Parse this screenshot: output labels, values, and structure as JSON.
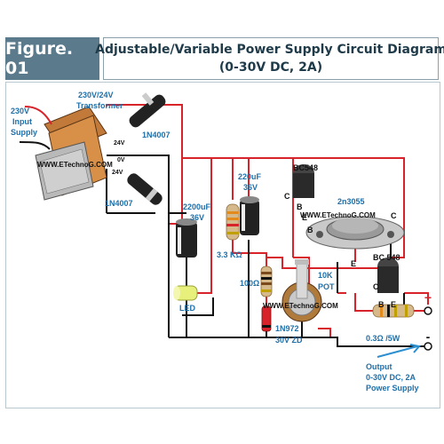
{
  "header": {
    "figure_label": "Figure. 01",
    "title_line1": "Adjustable/Variable Power Supply Circuit Diagram",
    "title_line2": "(0-30V DC, 2A)"
  },
  "labels": {
    "input": [
      "230V",
      "Input",
      "Supply"
    ],
    "transformer": [
      "230V/24V",
      "Transformer"
    ],
    "tap_top": "24V",
    "tap_mid": "0V",
    "tap_bot": "24V",
    "diode1": "1N4007",
    "diode2": "1N4007",
    "watermark1": "WWW.ETechnoG.COM",
    "watermark2": "WWW.ETechnoG.COM",
    "watermark3": "WWW.ETechnoG.COM",
    "cap1": [
      "2200uF",
      "36V"
    ],
    "cap2": [
      "220uF",
      "36V"
    ],
    "res1": "3.3 KΩ",
    "res2": "100Ω",
    "led": "LED",
    "zener": [
      "1N972",
      "30V ZD"
    ],
    "pot": [
      "10K",
      "POT"
    ],
    "q1": "BC548",
    "q2": "2n3055",
    "q3": "BC 548",
    "shunt": "0.3Ω /5W",
    "pin_c": "C",
    "pin_b": "B",
    "pin_e": "E",
    "plus": "+",
    "minus": "-",
    "output": [
      "Output",
      "0-30V DC, 2A",
      "Power Supply"
    ]
  },
  "colors": {
    "badge": "#5b7a8c",
    "title_text": "#1f3b4a",
    "label_blue": "#1f6fa8",
    "wire_red": "#d8232a",
    "wire_black": "#111111"
  }
}
